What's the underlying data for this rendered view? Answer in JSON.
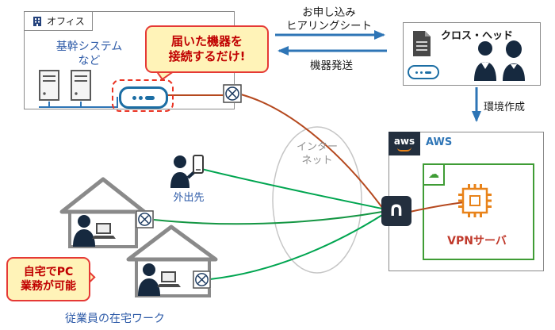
{
  "office": {
    "label": "オフィス",
    "system_line1": "基幹システム",
    "system_line2": "など"
  },
  "device_callout": {
    "line1": "届いた機器を",
    "line2": "接続するだけ!"
  },
  "flow": {
    "application_line1": "お申し込み",
    "application_line2": "ヒアリングシート",
    "shipping": "機器発送",
    "env_creation": "環境作成"
  },
  "crosshead": {
    "label": "クロス・ヘッド"
  },
  "aws": {
    "logo": "aws",
    "label": "AWS",
    "vpn_server": "VPNサーバ"
  },
  "internet": {
    "line1": "インター",
    "line2": "ネット"
  },
  "mobile": {
    "label": "外出先"
  },
  "home_callout": {
    "line1": "自宅でPC",
    "line2": "業務が可能"
  },
  "footer": {
    "remote_work": "従業員の在宅ワーク"
  },
  "icons": {
    "vpc_cloud": "☁",
    "gateway": "∩"
  },
  "colors": {
    "arrow_blue": "#2E75B6",
    "text_blue": "#2E5BA8",
    "callout_red": "#C00000",
    "callout_bg": "#FFF3B8",
    "vpn_line_red": "#B5491F",
    "remote_line_green": "#00A550",
    "aws_navy": "#232F3E",
    "aws_orange": "#E8831A",
    "vpc_green": "#3F9C35"
  }
}
